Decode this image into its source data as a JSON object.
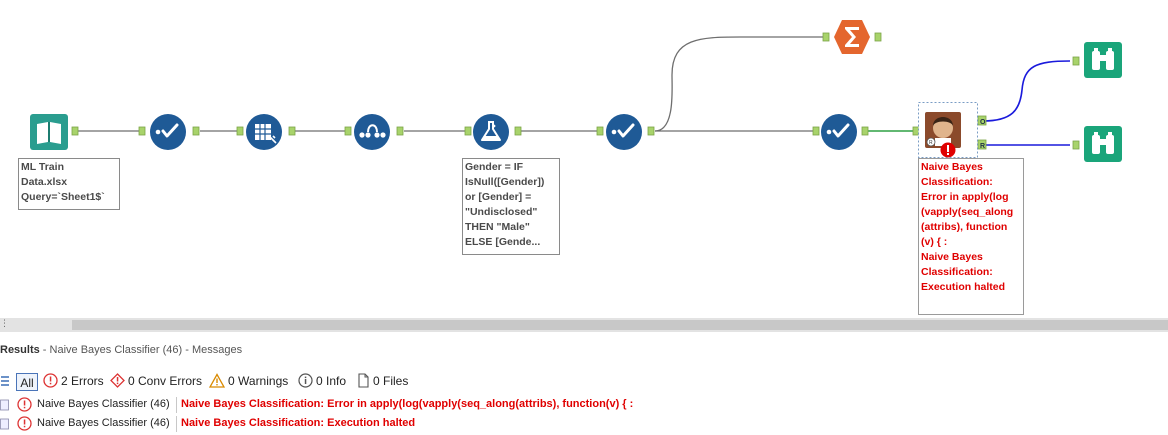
{
  "canvas": {
    "annotations": {
      "input": "ML Train\nData.xlsx\nQuery=`Sheet1$`",
      "formula": "Gender = IF\nIsNull([Gender])\nor [Gender] =\n\"Undisclosed\"\nTHEN \"Male\"\nELSE [Gende...",
      "naive_bayes": "Naive Bayes\nClassification:\nError in apply(log\n(vapply(seq_along\n(attribs), function\n(v) { :\nNaive Bayes\nClassification:\nExecution halted"
    },
    "anchor_labels": {
      "output_O": "O",
      "output_R": "R"
    },
    "colors": {
      "tool_blue": "#1f5a96",
      "input_teal": "#2a9d8f",
      "summarize_orange": "#e4662e",
      "browse_green": "#1aa57a",
      "wire_gray": "#6e6e6e",
      "wire_blue": "#1a1adc",
      "wire_green": "#2ea043",
      "error_red": "#e00000"
    },
    "icons": [
      "input-data-icon",
      "select-icon",
      "data-cleansing-icon",
      "sample-icon",
      "formula-icon",
      "select-icon",
      "summarize-icon",
      "select-icon",
      "naive-bayes-icon",
      "browse-icon",
      "browse-icon",
      "error-icon"
    ]
  },
  "results": {
    "title_bold": "Results",
    "title_rest": " - Naive Bayes Classifier (46) - Messages",
    "filters": {
      "all": "All",
      "errors": "2 Errors",
      "conv_errors": "0 Conv Errors",
      "warnings": "0 Warnings",
      "info": "0 Info",
      "files": "0 Files"
    },
    "messages": [
      {
        "source": "Naive Bayes Classifier (46)",
        "text": "Naive Bayes Classification: Error in apply(log(vapply(seq_along(attribs), function(v) { :"
      },
      {
        "source": "Naive Bayes Classifier (46)",
        "text": "Naive Bayes Classification: Execution halted"
      }
    ]
  }
}
